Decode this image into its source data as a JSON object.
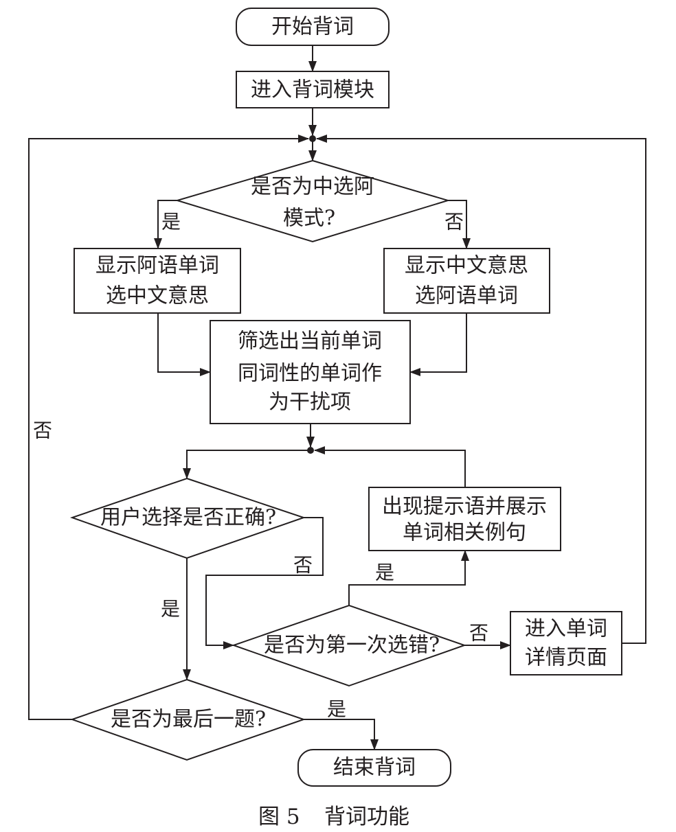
{
  "colors": {
    "line": "#231f20",
    "background": "#ffffff"
  },
  "nodes": {
    "start": {
      "lines": [
        "开始背词"
      ]
    },
    "enter_module": {
      "lines": [
        "进入背词模块"
      ]
    },
    "mode_decision": {
      "lines": [
        "是否为中选阿",
        "模式?"
      ]
    },
    "show_arabic_choose_chinese": {
      "lines": [
        "显示阿语单词",
        "选中文意思"
      ]
    },
    "show_chinese_choose_arabic": {
      "lines": [
        "显示中文意思",
        "选阿语单词"
      ]
    },
    "pick_distractors": {
      "lines": [
        "筛选出当前单词",
        "同词性的单词作",
        "为干扰项"
      ]
    },
    "answer_correct_decision": {
      "lines": [
        "用户选择是否正确?"
      ]
    },
    "show_hint": {
      "lines": [
        "出现提示语并展示",
        "单词相关例句"
      ]
    },
    "first_mistake_decision": {
      "lines": [
        "是否为第一次选错?"
      ]
    },
    "word_detail": {
      "lines": [
        "进入单词",
        "详情页面"
      ]
    },
    "last_question_decision": {
      "lines": [
        "是否为最后一题?"
      ]
    },
    "end": {
      "lines": [
        "结束背词"
      ]
    }
  },
  "edge_labels": {
    "mode_yes": "是",
    "mode_no": "否",
    "answer_correct_no": "否",
    "answer_correct_yes": "是",
    "first_mistake_yes": "是",
    "first_mistake_no": "否",
    "last_question_yes": "是",
    "last_question_no": "否"
  },
  "caption": {
    "figure_number": "图 5",
    "title": "背词功能"
  }
}
